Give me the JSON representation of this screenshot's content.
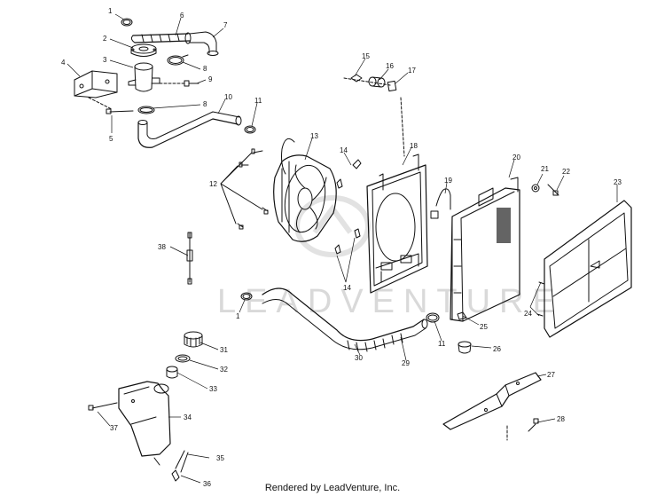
{
  "diagram": {
    "watermark": "LEADVENTURE",
    "footer": "Rendered by LeadVenture, Inc.",
    "callouts": [
      "1",
      "2",
      "3",
      "4",
      "5",
      "6",
      "7",
      "8",
      "8",
      "9",
      "10",
      "11",
      "12",
      "13",
      "14",
      "14",
      "15",
      "16",
      "17",
      "18",
      "19",
      "20",
      "21",
      "22",
      "23",
      "24",
      "25",
      "26",
      "27",
      "28",
      "29",
      "30",
      "31",
      "32",
      "33",
      "34",
      "35",
      "36",
      "37",
      "38",
      "1",
      "11"
    ]
  }
}
